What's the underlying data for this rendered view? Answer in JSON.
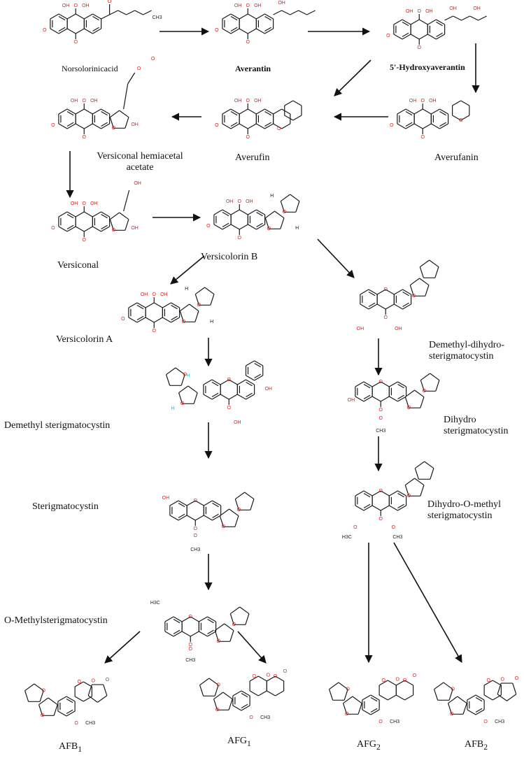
{
  "colors": {
    "bond": "#1a1a1a",
    "heteroatom": "#e02020",
    "stereo_h": "#22b8d8",
    "arrow": "#111111",
    "label": "#111111"
  },
  "compounds": {
    "norsolorinic_acid": "Norsolorinicacid",
    "averantin": "Averantin",
    "hydroxyaverantin": "5'-Hydroxyaverantin",
    "versiconal_hemiacetal_acetate_1": "Versiconal hemiacetal",
    "versiconal_hemiacetal_acetate_2": "acetate",
    "averufin": "Averufin",
    "averufanin": "Averufanin",
    "versiconal": "Versiconal",
    "versicolorin_b": "Versicolorin B",
    "versicolorin_a": "Versicolorin A",
    "demethyl_dihydro_st_1": "Demethyl-dihydro-",
    "demethyl_dihydro_st_2": "sterigmatocystin",
    "demethyl_st": "Demethyl sterigmatocystin",
    "dihydro_st_1": "Dihydro",
    "dihydro_st_2": "sterigmatocystin",
    "sterigmatocystin": "Sterigmatocystin",
    "dihydro_omethyl_st_1": "Dihydro-O-methyl",
    "dihydro_omethyl_st_2": "sterigmatocystin",
    "omethyl_st": "O-Methylsterigmatocystin",
    "afb1": "AFB",
    "afb1_sub": "1",
    "afg1": "AFG",
    "afg1_sub": "1",
    "afg2": "AFG",
    "afg2_sub": "2",
    "afb2": "AFB",
    "afb2_sub": "2"
  },
  "atoms": {
    "oh": "OH",
    "o": "O",
    "h": "H",
    "ch3": "CH3",
    "h3c": "H3C"
  }
}
